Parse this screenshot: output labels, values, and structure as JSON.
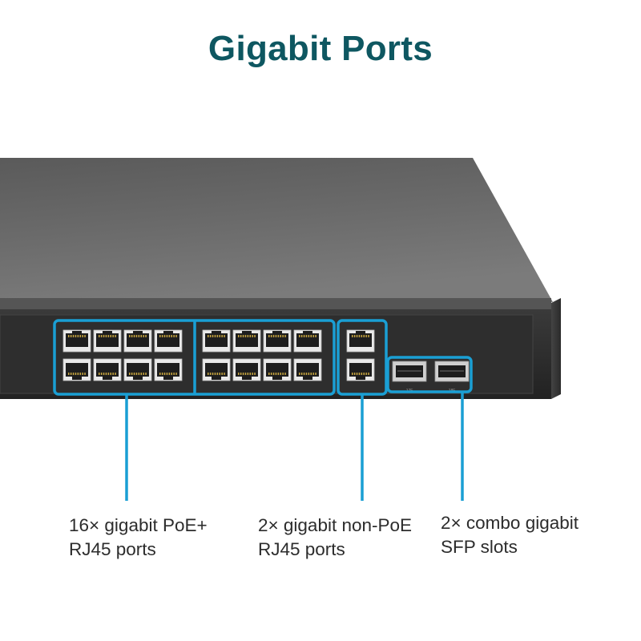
{
  "title": "Gigabit Ports",
  "colors": {
    "title": "#0e5761",
    "highlight": "#1a9fd4",
    "chassis": "#2b2b2b"
  },
  "port_groups": [
    {
      "id": "poe",
      "port_count": 16,
      "lines": [
        "16× gigabit PoE+",
        "RJ45 ports"
      ]
    },
    {
      "id": "nonpoe",
      "port_count": 2,
      "lines": [
        "2× gigabit non-PoE",
        "RJ45 ports"
      ]
    },
    {
      "id": "sfp",
      "port_count": 2,
      "lines": [
        "2× combo gigabit",
        "SFP slots"
      ]
    }
  ],
  "sfp_labels": [
    "17F",
    "18F"
  ]
}
